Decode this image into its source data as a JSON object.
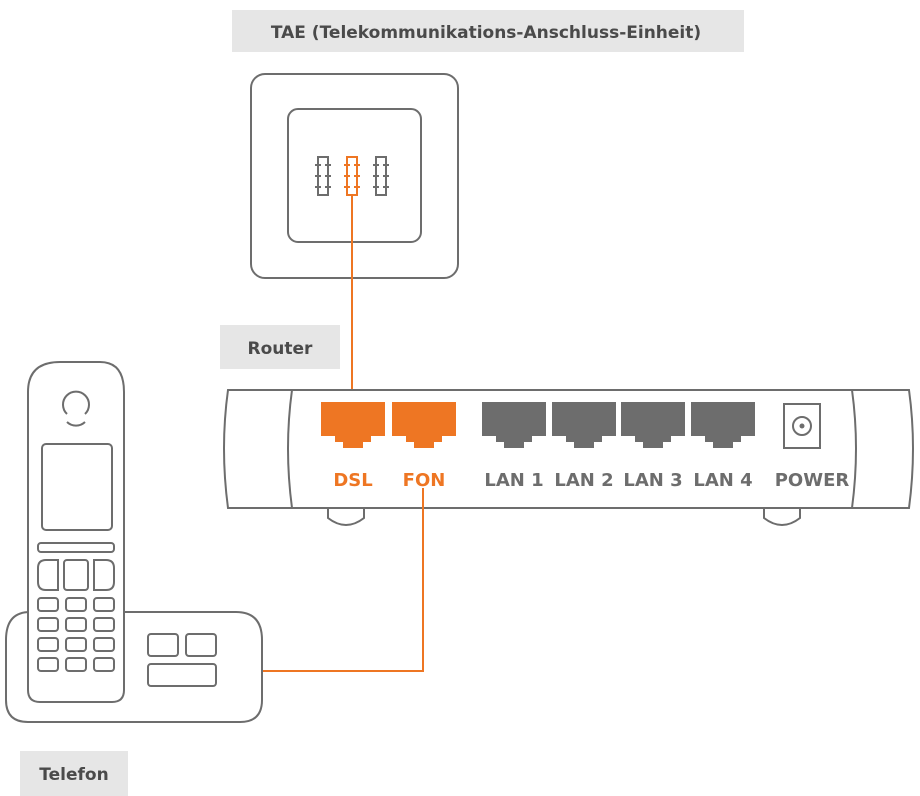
{
  "labels": {
    "tae": "TAE (Telekommunikations-Anschluss-Einheit)",
    "router": "Router",
    "phone": "Telefon"
  },
  "ports": [
    {
      "id": "dsl",
      "label": "DSL",
      "active": true
    },
    {
      "id": "fon",
      "label": "FON",
      "active": true
    },
    {
      "id": "lan1",
      "label": "LAN 1",
      "active": false
    },
    {
      "id": "lan2",
      "label": "LAN 2",
      "active": false
    },
    {
      "id": "lan3",
      "label": "LAN 3",
      "active": false
    },
    {
      "id": "lan4",
      "label": "LAN 4",
      "active": false
    },
    {
      "id": "power",
      "label": "POWER",
      "active": false
    }
  ],
  "colors": {
    "accent": "#ee7623",
    "port_inactive": "#6d6d6d",
    "outline": "#6d6d6d",
    "label_background": "#e6e6e6"
  },
  "icons": [
    "tae-socket-icon",
    "ethernet-port-icon",
    "power-socket-icon",
    "cordless-phone-icon"
  ]
}
